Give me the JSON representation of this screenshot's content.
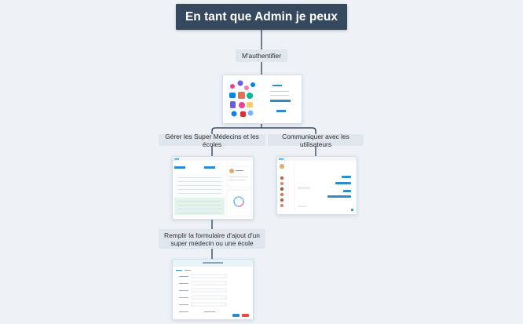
{
  "diagram": {
    "title": "En tant que Admin je peux",
    "nodes": {
      "auth": "M'authentifier",
      "manage": "Gérer les Super Médecins et les écoles",
      "communicate": "Communiquer avec les utilisateurs",
      "fill_form": "Remplir la formulaire d'ajout d'un super médecin ou une école"
    },
    "thumbnails": {
      "login": "login-screen-thumbnail",
      "dashboard": "dashboard-screen-thumbnail",
      "chat": "chat-screen-thumbnail",
      "form": "form-screen-thumbnail"
    }
  },
  "colors": {
    "background": "#eef2f7",
    "title_bg": "#34495e",
    "node_bg": "#dfe6ee",
    "connector": "#34495e",
    "accent": "#2b8ccf"
  }
}
